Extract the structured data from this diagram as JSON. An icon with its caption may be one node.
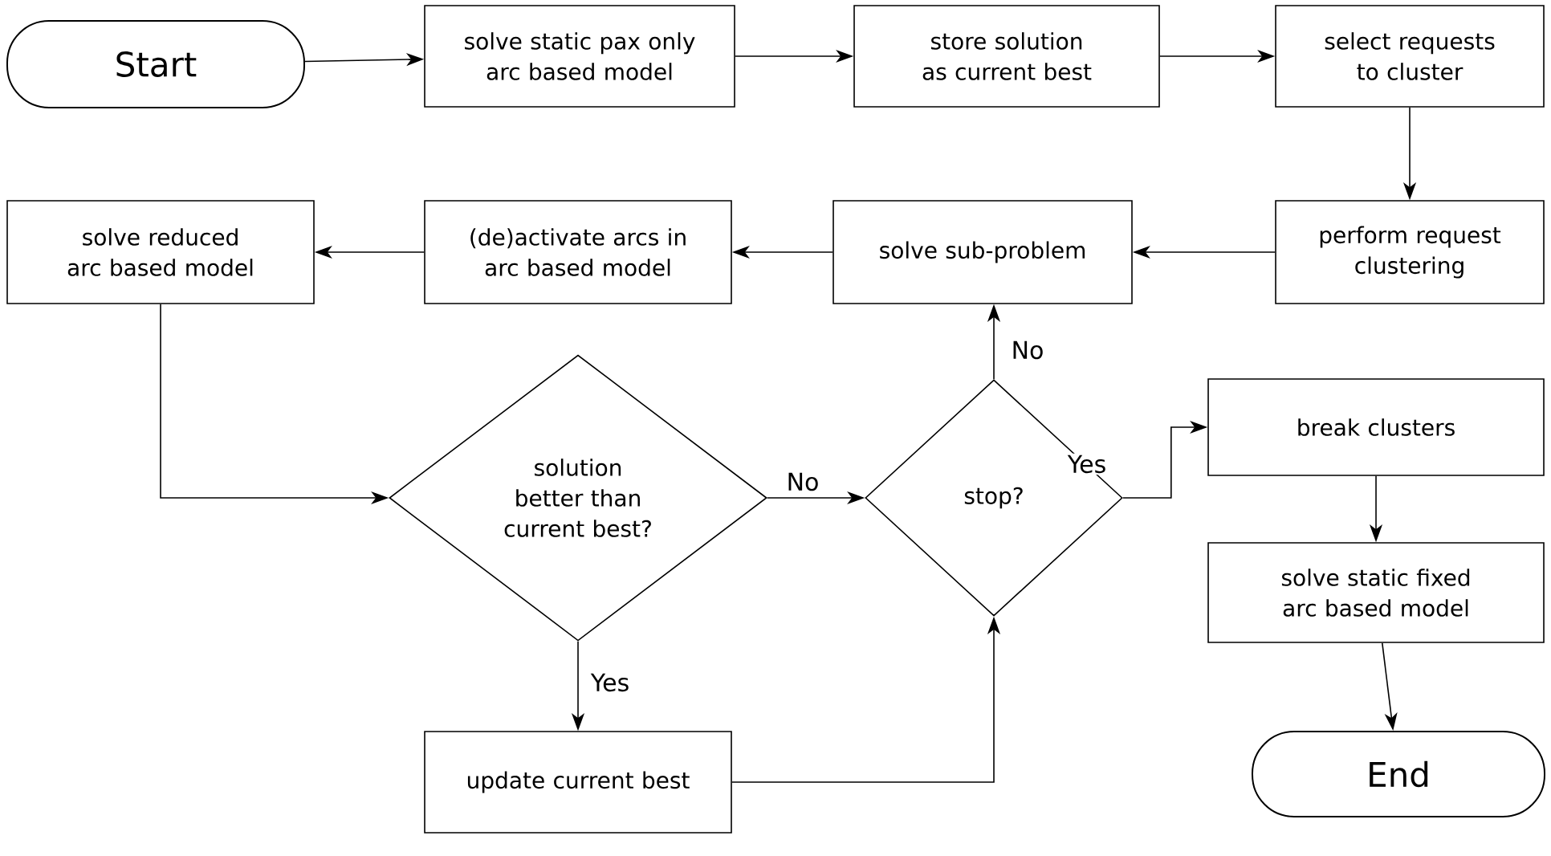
{
  "diagram": {
    "nodes": [
      {
        "text": [
          "Start"
        ]
      },
      {
        "text": [
          "solve static pax only arc based model"
        ]
      },
      {
        "text": [
          "store solution as current best"
        ]
      },
      {
        "text": [
          "select requests to cluster"
        ]
      },
      {
        "text": [
          "perform request clustering"
        ]
      },
      {
        "text": [
          "solve sub-problem"
        ]
      },
      {
        "text": [
          "(de)activate arcs in arc based model"
        ]
      },
      {
        "text": [
          "solve reduced arc based model"
        ]
      },
      {
        "text": [
          "solution better than current best?"
        ]
      },
      {
        "text": [
          "stop?"
        ]
      },
      {
        "text": [
          "update current best"
        ]
      },
      {
        "text": [
          "break clusters"
        ]
      },
      {
        "text": [
          "solve static fixed arc based model"
        ]
      },
      {
        "text": [
          "End"
        ]
      }
    ],
    "edges": [
      {
        "from": 0,
        "to": 1,
        "arrow": "to"
      },
      {
        "from": 1,
        "to": 2,
        "arrow": "to"
      },
      {
        "from": 2,
        "to": 3,
        "arrow": "to"
      },
      {
        "from": 3,
        "to": 4,
        "arrow": "to"
      },
      {
        "from": 4,
        "to": 5,
        "arrow": "to"
      },
      {
        "from": 5,
        "to": 6,
        "arrow": "to"
      },
      {
        "from": 6,
        "to": 7,
        "arrow": "to"
      },
      {
        "from": 7,
        "to": 8,
        "arrow": "to"
      },
      {
        "from": 8,
        "to": 9,
        "arrow": "to",
        "label": "No"
      },
      {
        "from": 8,
        "to": 10,
        "arrow": "to",
        "label": "Yes"
      },
      {
        "from": 10,
        "to": 9,
        "arrow": "to"
      },
      {
        "from": 9,
        "to": 5,
        "arrow": "to",
        "label": "No"
      },
      {
        "from": 9,
        "to": 11,
        "arrow": "to",
        "label": "Yes"
      },
      {
        "from": 11,
        "to": 12,
        "arrow": "to"
      },
      {
        "from": 12,
        "to": 13,
        "arrow": "to"
      }
    ]
  }
}
